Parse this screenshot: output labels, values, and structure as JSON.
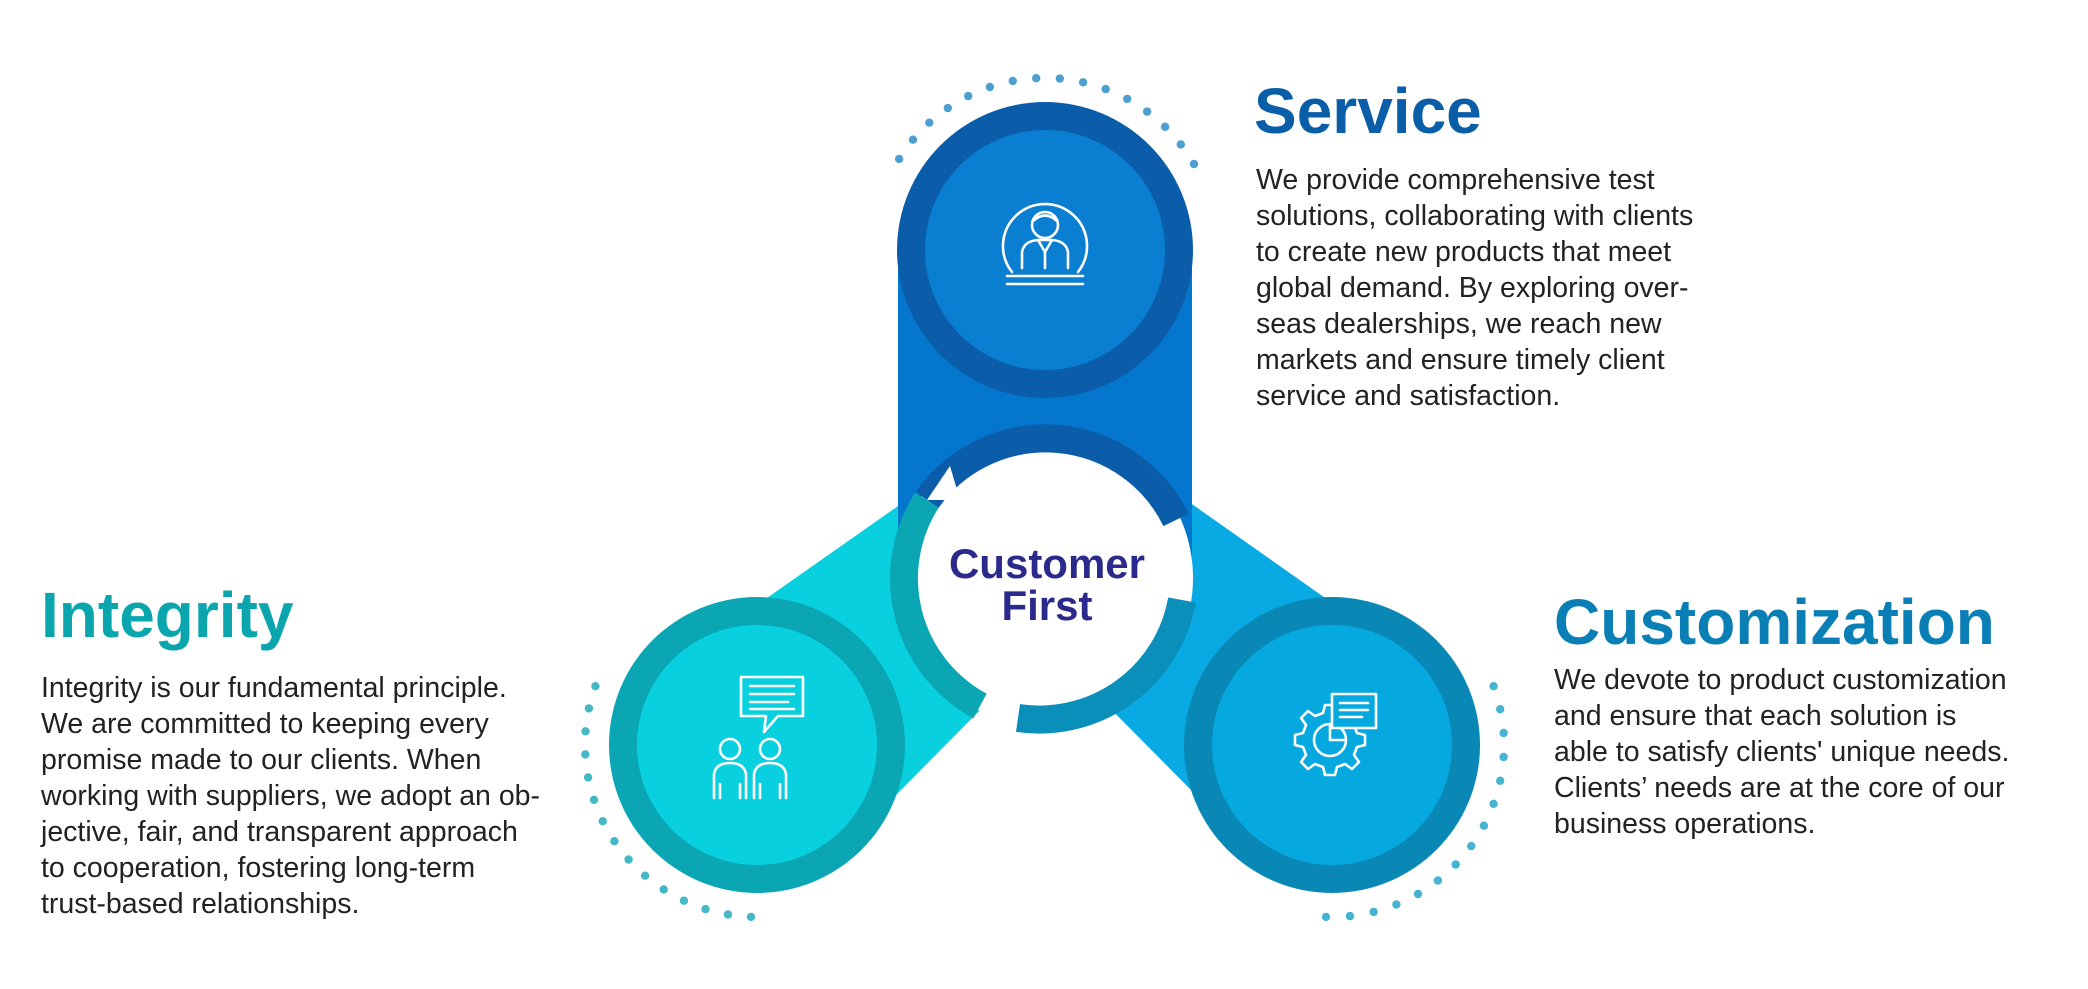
{
  "colors": {
    "service": "#0a5ea8",
    "integrity": "#0ba5ad",
    "customization": "#0a7fb5",
    "center_text": "#2b2a8c",
    "body_text": "#222222"
  },
  "center": {
    "line1": "Customer",
    "line2": "First"
  },
  "sections": {
    "service": {
      "title": "Service",
      "icon": "customer-service-agent-icon",
      "lines": [
        "We provide comprehensive test",
        "solutions, collaborating with clients",
        "to create new products that meet",
        "global demand. By exploring over-",
        "seas dealerships, we reach new",
        "markets and ensure timely client",
        "service and satisfaction."
      ]
    },
    "integrity": {
      "title": "Integrity",
      "icon": "people-conversation-icon",
      "lines": [
        "Integrity is our fundamental principle.",
        "We are committed to keeping every",
        "promise made to our clients. When",
        "working with suppliers, we adopt an ob-",
        "jective, fair, and transparent approach",
        "to cooperation, fostering long-term",
        "trust-based relationships."
      ]
    },
    "customization": {
      "title": "Customization",
      "icon": "gear-document-icon",
      "lines": [
        "We devote to product customization",
        "and ensure that each solution is",
        "able to satisfy clients' unique needs.",
        "Clients’ needs are at the core of our",
        "business operations."
      ]
    }
  }
}
